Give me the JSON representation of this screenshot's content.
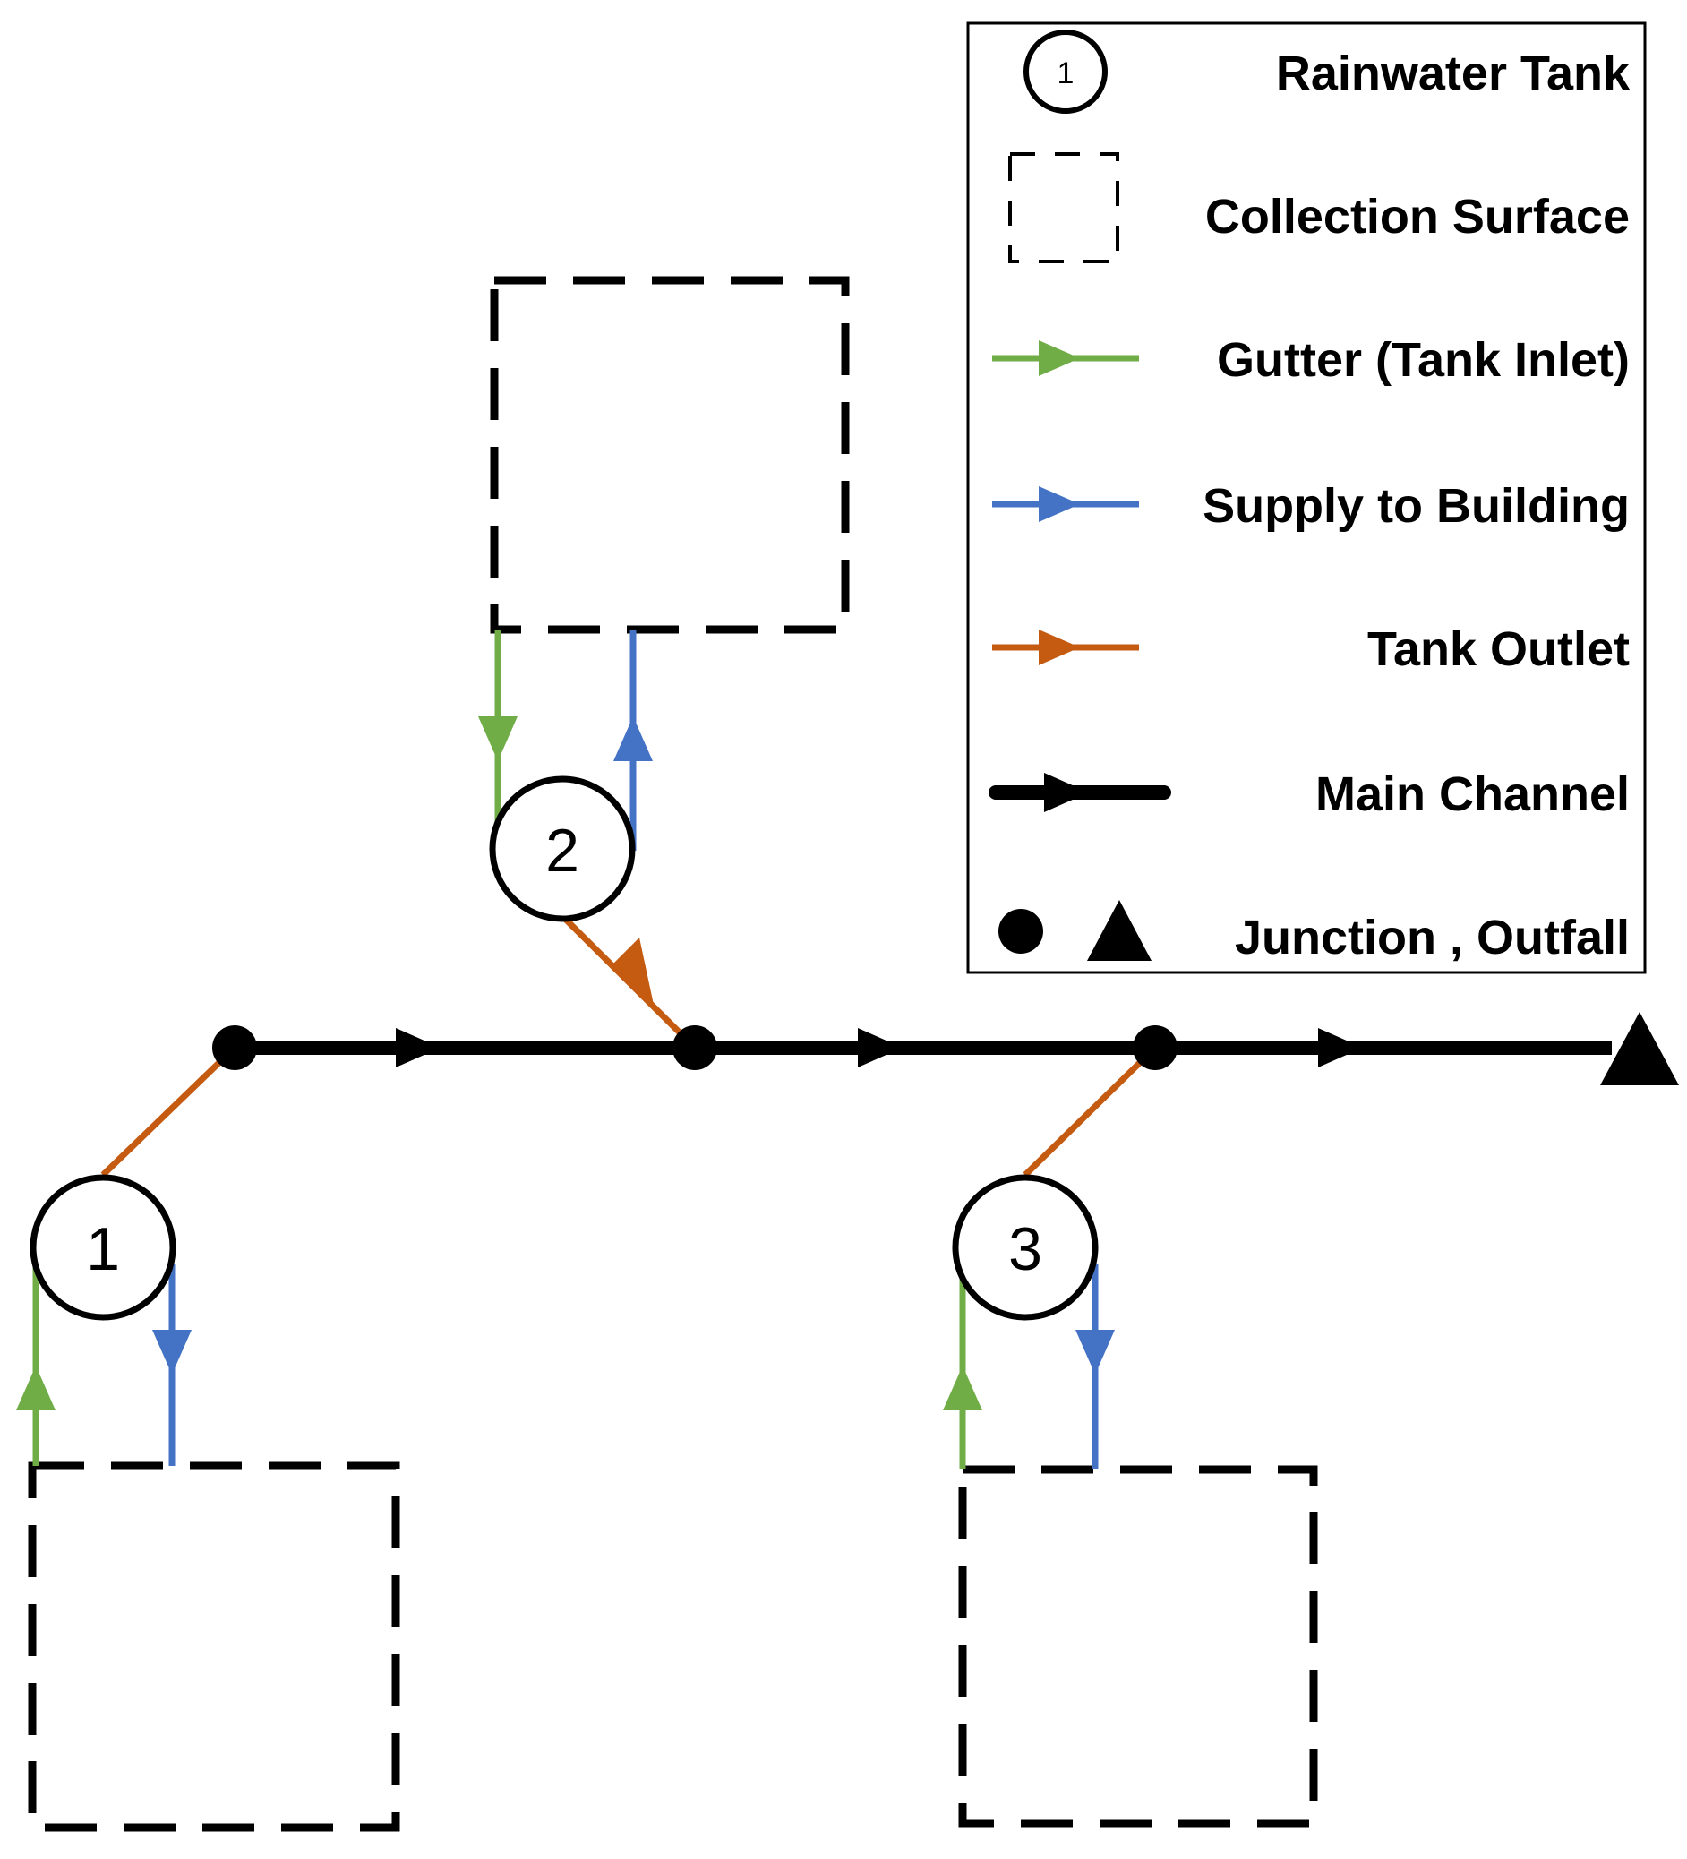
{
  "colors": {
    "gutter": "#70ad47",
    "supply": "#4472c4",
    "outlet": "#c55a11",
    "channel": "#000000",
    "surface": "#000000"
  },
  "tanks": [
    {
      "label": "1"
    },
    {
      "label": "2"
    },
    {
      "label": "3"
    }
  ],
  "legend": {
    "rainwater_tank": {
      "symbol_label": "1",
      "label": "Rainwater Tank"
    },
    "collection_surface": {
      "label": "Collection Surface"
    },
    "gutter": {
      "label": "Gutter (Tank Inlet)"
    },
    "supply": {
      "label": "Supply to Building"
    },
    "outlet": {
      "label": "Tank Outlet"
    },
    "main_channel": {
      "label": "Main Channel"
    },
    "junction_outfall": {
      "label": "Junction , Outfall"
    }
  }
}
